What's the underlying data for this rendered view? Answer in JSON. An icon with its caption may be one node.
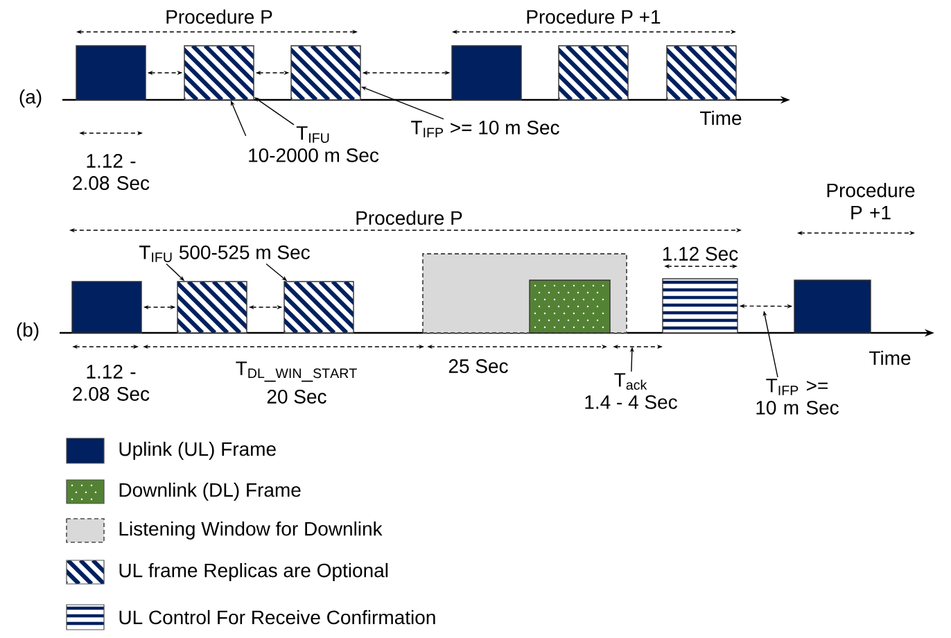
{
  "diagram": {
    "nodes": [
      {
        "text": [],
        "shape": "box"
      },
      {
        "text": [],
        "shape": "box"
      },
      {
        "text": [],
        "shape": "box"
      },
      {
        "text": [],
        "shape": "box"
      },
      {
        "text": [],
        "shape": "box"
      },
      {
        "text": [],
        "shape": "box"
      },
      {
        "text": [
          "T$_{IFU}$",
          "10-2000 m Sec"
        ]
      },
      {
        "text": [
          "T$_{IFP}$ >= 10 m Sec"
        ]
      },
      {
        "text": [
          "T$_{IFU}$ 500-525 m Sec"
        ]
      },
      {
        "text": [],
        "shape": "box"
      },
      {
        "text": [],
        "shape": "box"
      },
      {
        "text": [],
        "shape": "box"
      },
      {
        "text": [],
        "shape": "box"
      },
      {
        "text": [],
        "shape": "box",
        "in": 12
      },
      {
        "text": [],
        "shape": "box"
      },
      {
        "text": [],
        "shape": "box"
      },
      {
        "text": [
          "T$_{ack}$",
          "1.4 - 4 Sec"
        ]
      },
      {
        "text": [
          "T$_{IFP}$ >= 10 m Sec"
        ]
      }
    ],
    "edges": [
      {
        "from": 6,
        "to": 1,
        "arrow": "to"
      },
      {
        "from": 6,
        "to": 1,
        "arrow": "to"
      },
      {
        "from": 7,
        "to": 2,
        "arrow": "to"
      },
      {
        "from": 8,
        "to": 10,
        "arrow": "to"
      },
      {
        "from": 8,
        "to": 11,
        "arrow": "to"
      },
      {
        "from": 16,
        "to": null,
        "arrow": "to"
      },
      {
        "from": 17,
        "to": null,
        "arrow": "to"
      },
      {
        "from": 0,
        "to": 1,
        "arrow": "both",
        "style": "dashed"
      },
      {
        "from": 1,
        "to": 2,
        "arrow": "both",
        "style": "dashed"
      },
      {
        "from": 2,
        "to": 3,
        "arrow": "both",
        "style": "dashed"
      },
      {
        "from": 9,
        "to": 10,
        "arrow": "both",
        "style": "dashed"
      },
      {
        "from": 10,
        "to": 11,
        "arrow": "both",
        "style": "dashed"
      },
      {
        "from": 14,
        "to": 15,
        "arrow": "both",
        "style": "dashed"
      }
    ],
    "labels": [
      "Procedure P",
      "Procedure P +1",
      "(a)",
      "Time",
      "1.12 - 2.08 Sec",
      "Procedure P",
      "Procedure P +1",
      "(b)",
      "1.12 Sec",
      "Time",
      "1.12 - 2.08 Sec",
      "\\mathrm{T}_{\\mathrm{DL\\_WIN\\_START}}",
      "20 Sec",
      "25 Sec"
    ],
    "legend": [
      {
        "text": "Uplink (UL) Frame",
        "color": "#002060"
      },
      {
        "text": "Downlink (DL) Frame",
        "color": "#548235"
      },
      {
        "text": "Listening Window for Downlink",
        "color": "#d9d9d9"
      },
      {
        "text": "UL frame Replicas are Optional"
      },
      {
        "text": "UL Control For Receive Confirmation"
      }
    ]
  }
}
